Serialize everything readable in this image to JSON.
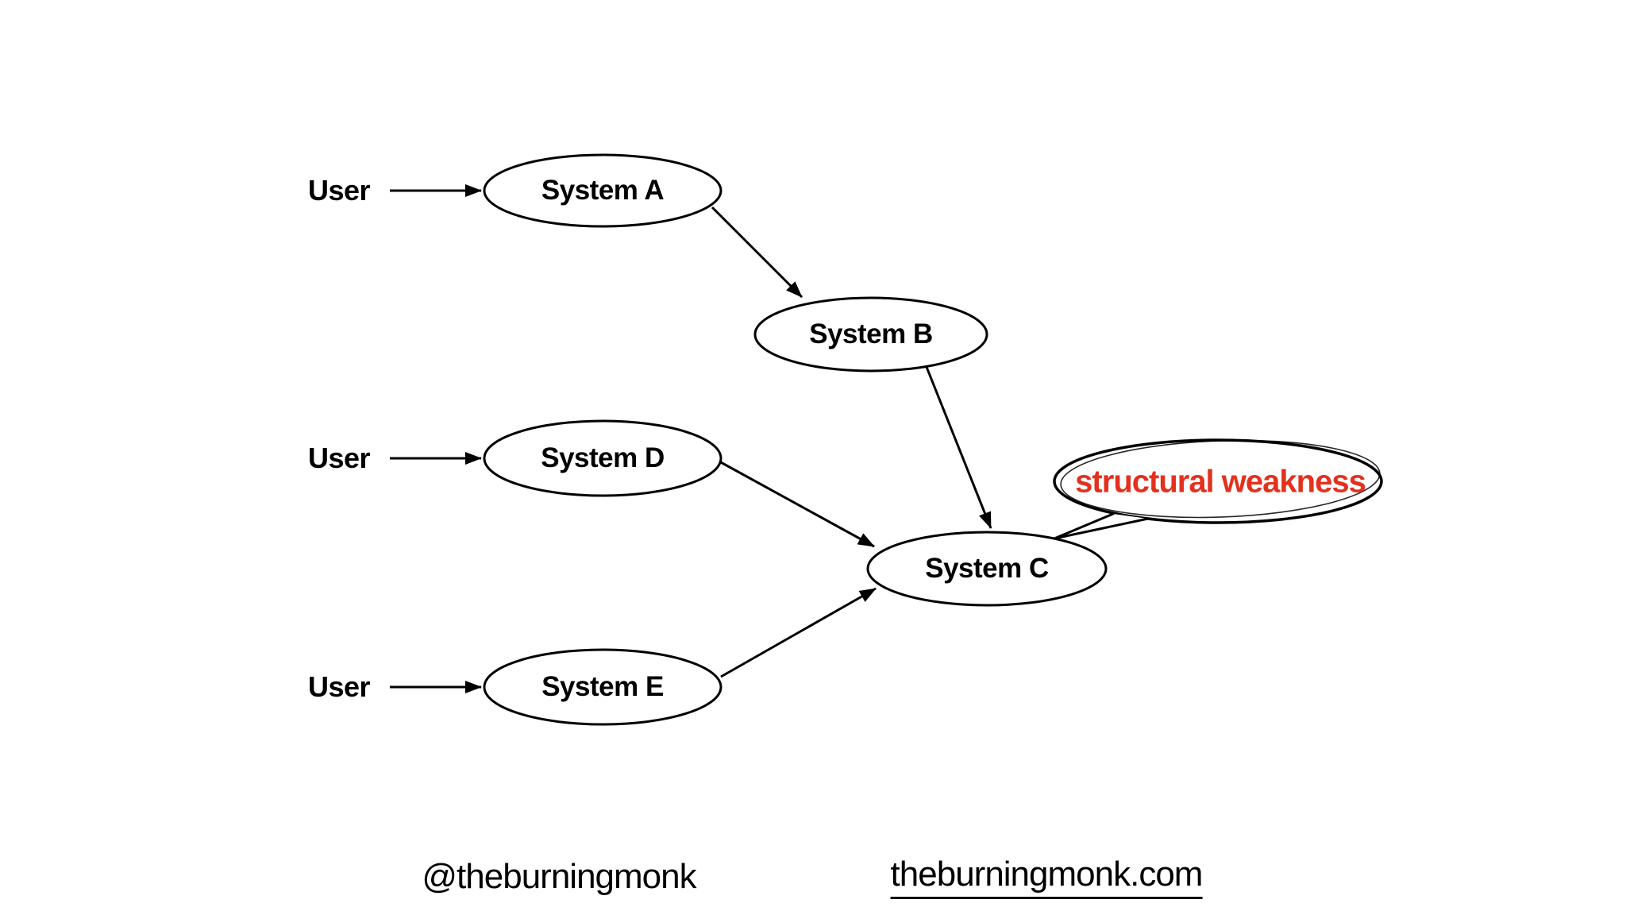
{
  "diagram": {
    "users": [
      {
        "label": "User"
      },
      {
        "label": "User"
      },
      {
        "label": "User"
      }
    ],
    "nodes": [
      {
        "id": "system-a",
        "label": "System A"
      },
      {
        "id": "system-b",
        "label": "System B"
      },
      {
        "id": "system-c",
        "label": "System C"
      },
      {
        "id": "system-d",
        "label": "System D"
      },
      {
        "id": "system-e",
        "label": "System E"
      }
    ],
    "edges": [
      {
        "from": "user-1",
        "to": "system-a"
      },
      {
        "from": "system-a",
        "to": "system-b"
      },
      {
        "from": "system-b",
        "to": "system-c"
      },
      {
        "from": "user-2",
        "to": "system-d"
      },
      {
        "from": "system-d",
        "to": "system-c"
      },
      {
        "from": "user-3",
        "to": "system-e"
      },
      {
        "from": "system-e",
        "to": "system-c"
      }
    ],
    "annotation": {
      "label": "structural weakness",
      "target": "system-c",
      "text_color": "#e3311d"
    },
    "colors": {
      "background": "#ffffff",
      "stroke": "#000000",
      "node_fill": "#ffffff",
      "annotation_red": "#e3311d"
    }
  },
  "footer": {
    "handle": "@theburningmonk",
    "site": "theburningmonk.com"
  }
}
